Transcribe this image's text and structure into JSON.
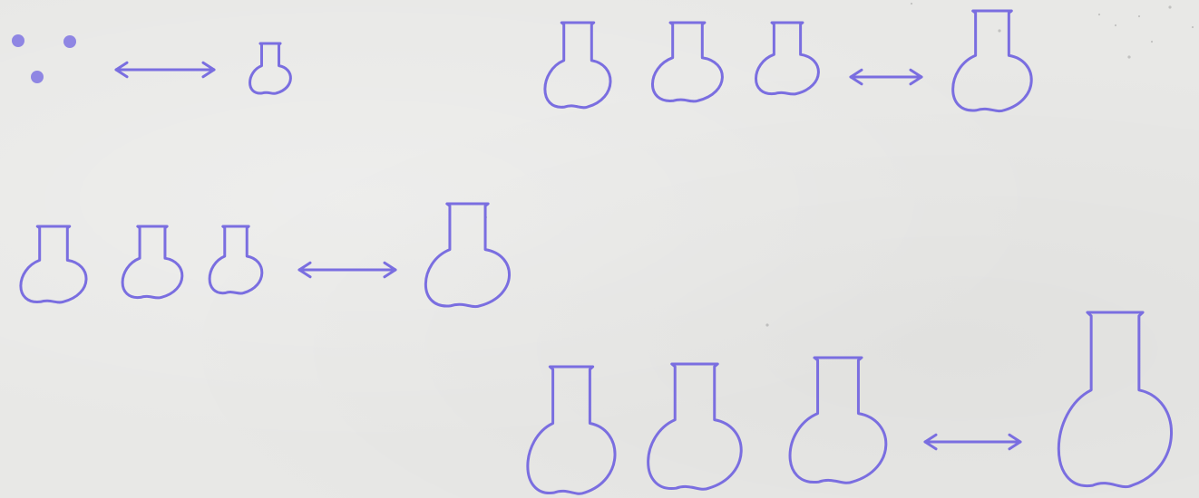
{
  "colors": {
    "paper": "#e8e8e6",
    "ink": "#7a6ee0",
    "dot": "#8f86e3"
  },
  "diagram": {
    "description_items": [
      {
        "left": "three-dots",
        "arrow": "double-arrow",
        "right": "small-flask"
      },
      {
        "left": "three-flasks",
        "arrow": "double-arrow",
        "right": "larger-flask"
      },
      {
        "left": "three-flasks",
        "arrow": "double-arrow",
        "right": "larger-flask"
      },
      {
        "left": "three-flasks",
        "arrow": "double-arrow",
        "right": "largest-flask"
      }
    ],
    "icons": [
      "dot-icon",
      "flask-icon",
      "double-arrow-icon"
    ]
  }
}
